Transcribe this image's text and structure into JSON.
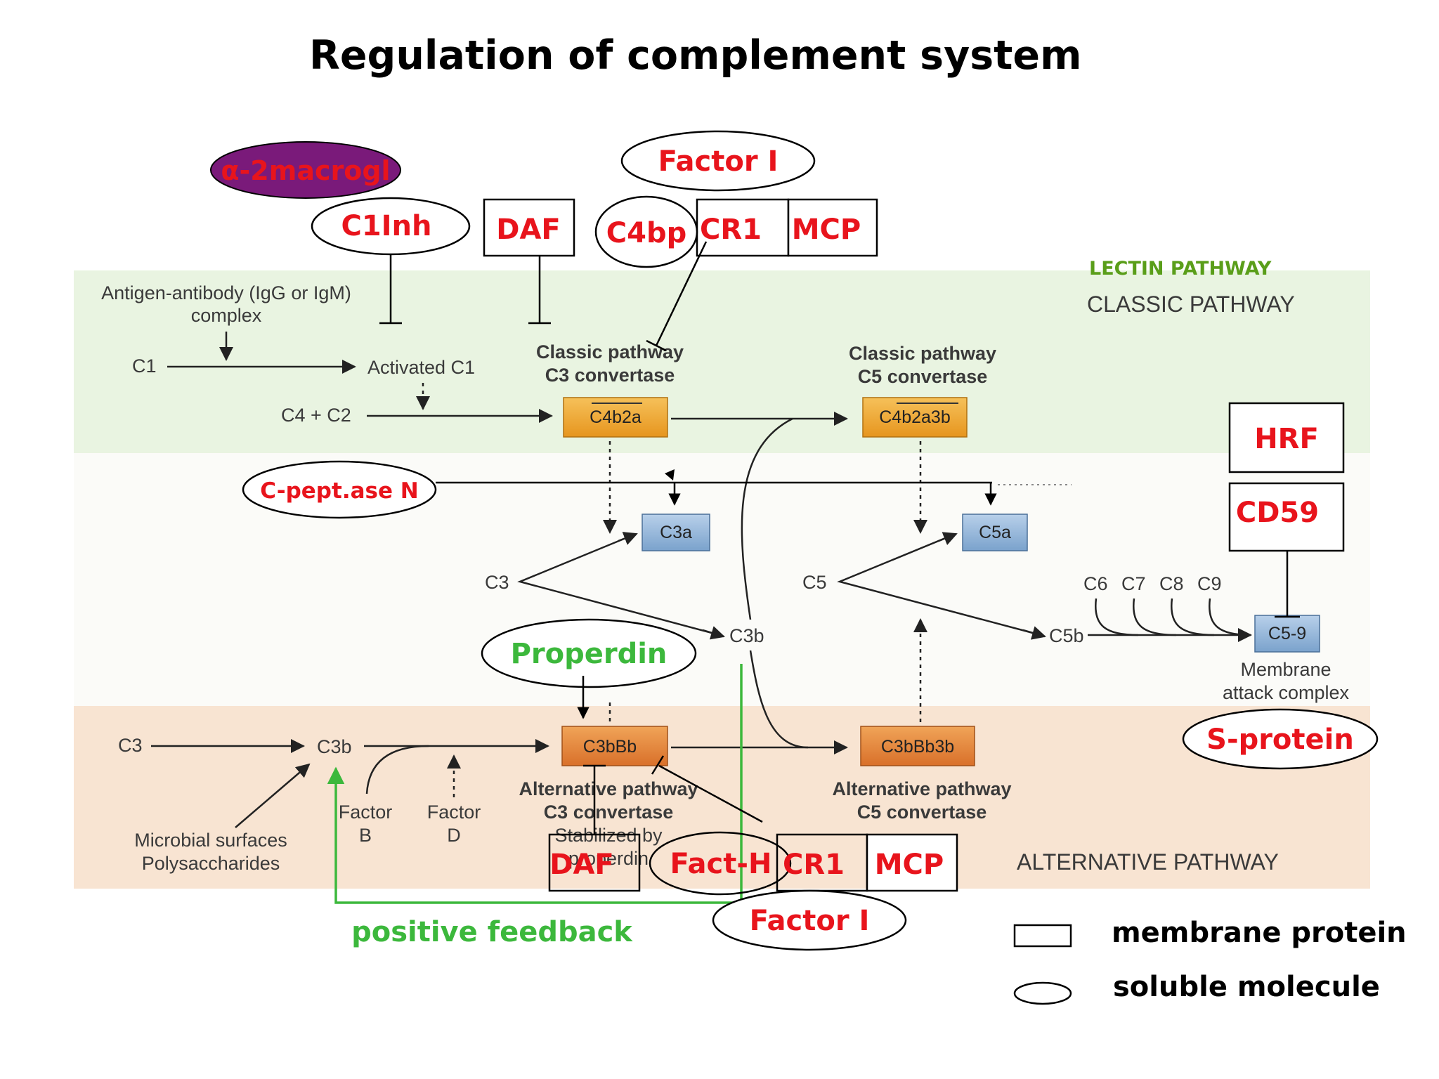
{
  "title": "Regulation of complement system",
  "colors": {
    "classic_band": "#e9f4e1",
    "alternative_band": "#f8e4d2",
    "regulator_text": "#e8141c",
    "positive_text": "#3cb83c",
    "lectin_text": "#5a9e1a",
    "macroglobulin_fill": "#7a1a7a",
    "convertase_box": "#f0a830",
    "product_box": "#8fb4d8"
  },
  "pathways": {
    "lectin": "LECTIN PATHWAY",
    "classic": "CLASSIC PATHWAY",
    "alternative": "ALTERNATIVE PATHWAY"
  },
  "nodes": {
    "antigen_line1": "Antigen-antibody (IgG or IgM)",
    "antigen_line2": "complex",
    "c1": "C1",
    "activated_c1": "Activated C1",
    "c4_c2": "C4 + C2",
    "classic_c3_conv_line1": "Classic pathway",
    "classic_c3_conv_line2": "C3 convertase",
    "c4b2a": "C4b2a",
    "classic_c5_conv_line1": "Classic pathway",
    "classic_c5_conv_line2": "C5 convertase",
    "c4b2a3b": "C4b2a3b",
    "c3a": "C3a",
    "c5a": "C5a",
    "c3": "C3",
    "c5": "C5",
    "c3b_center": "C3b",
    "c5b": "C5b",
    "c6": "C6",
    "c7": "C7",
    "c8": "C8",
    "c9": "C9",
    "c5_9": "C5-9",
    "mac_line1": "Membrane",
    "mac_line2": "attack complex",
    "c3_alt": "C3",
    "c3b_alt": "C3b",
    "microbial_line1": "Microbial surfaces",
    "microbial_line2": "Polysaccharides",
    "factor_b_line1": "Factor",
    "factor_b_line2": "B",
    "factor_d_line1": "Factor",
    "factor_d_line2": "D",
    "c3bbb": "C3bBb",
    "alt_c3_conv_line1": "Alternative pathway",
    "alt_c3_conv_line2": "C3 convertase",
    "alt_c3_conv_line3": "Stabilized by",
    "alt_c3_conv_line4": "properdin",
    "c3bbb3b": "C3bBb3b",
    "alt_c5_conv_line1": "Alternative pathway",
    "alt_c5_conv_line2": "C5 convertase"
  },
  "regulators": {
    "a2macro": "α-2macrogl",
    "c1inh": "C1Inh",
    "daf_top": "DAF",
    "factor_i_top": "Factor I",
    "c4bp": "C4bp",
    "cr1_top": "CR1",
    "mcp_top": "MCP",
    "hrf": "HRF",
    "cd59": "CD59",
    "cpept": "C-pept.ase N",
    "properdin": "Properdin",
    "s_protein": "S-protein",
    "daf_bottom": "DAF",
    "fact_h": "Fact-H",
    "cr1_bottom": "CR1",
    "mcp_bottom": "MCP",
    "factor_i_bottom": "Factor I",
    "positive_feedback": "positive feedback"
  },
  "legend": {
    "membrane": "membrane protein",
    "soluble": "soluble molecule"
  }
}
